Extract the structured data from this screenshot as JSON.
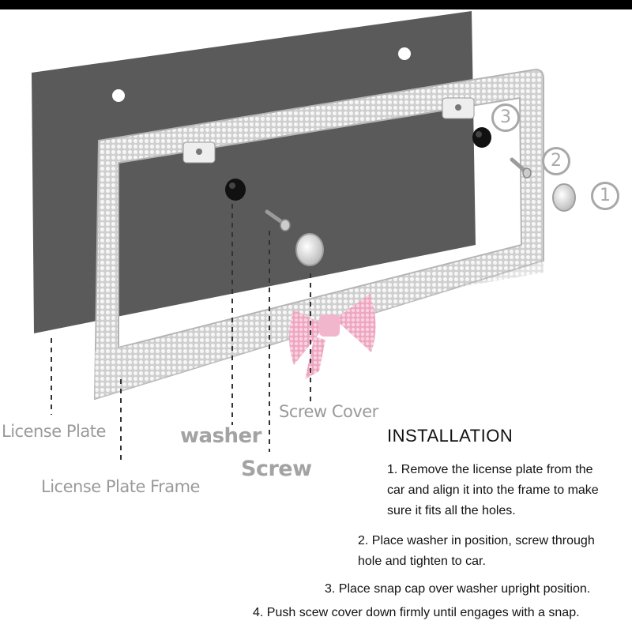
{
  "labels": {
    "license_plate": "License Plate",
    "washer": "washer",
    "screw": "Screw",
    "screw_cover": "Screw Cover",
    "license_plate_frame": "License Plate Frame"
  },
  "step_markers": [
    "1",
    "2",
    "3"
  ],
  "installation": {
    "title": "INSTALLATION",
    "step1_line1": "1. Remove the license plate from the",
    "step1_line2": "car and align it into the frame to make",
    "step1_line3": "sure it fits all the holes.",
    "step2_line1": "2. Place washer in position, screw through",
    "step2_line2": "hole and tighten to car.",
    "step3": "3. Place snap cap over washer upright position.",
    "step4": "4. Push scew cover down firmly until engages with a snap."
  },
  "colors": {
    "plate": "#585858",
    "frame_crystal": "#d7d7d7",
    "bow": "#f2b6cc",
    "label_gray": "#9a9a9a"
  }
}
